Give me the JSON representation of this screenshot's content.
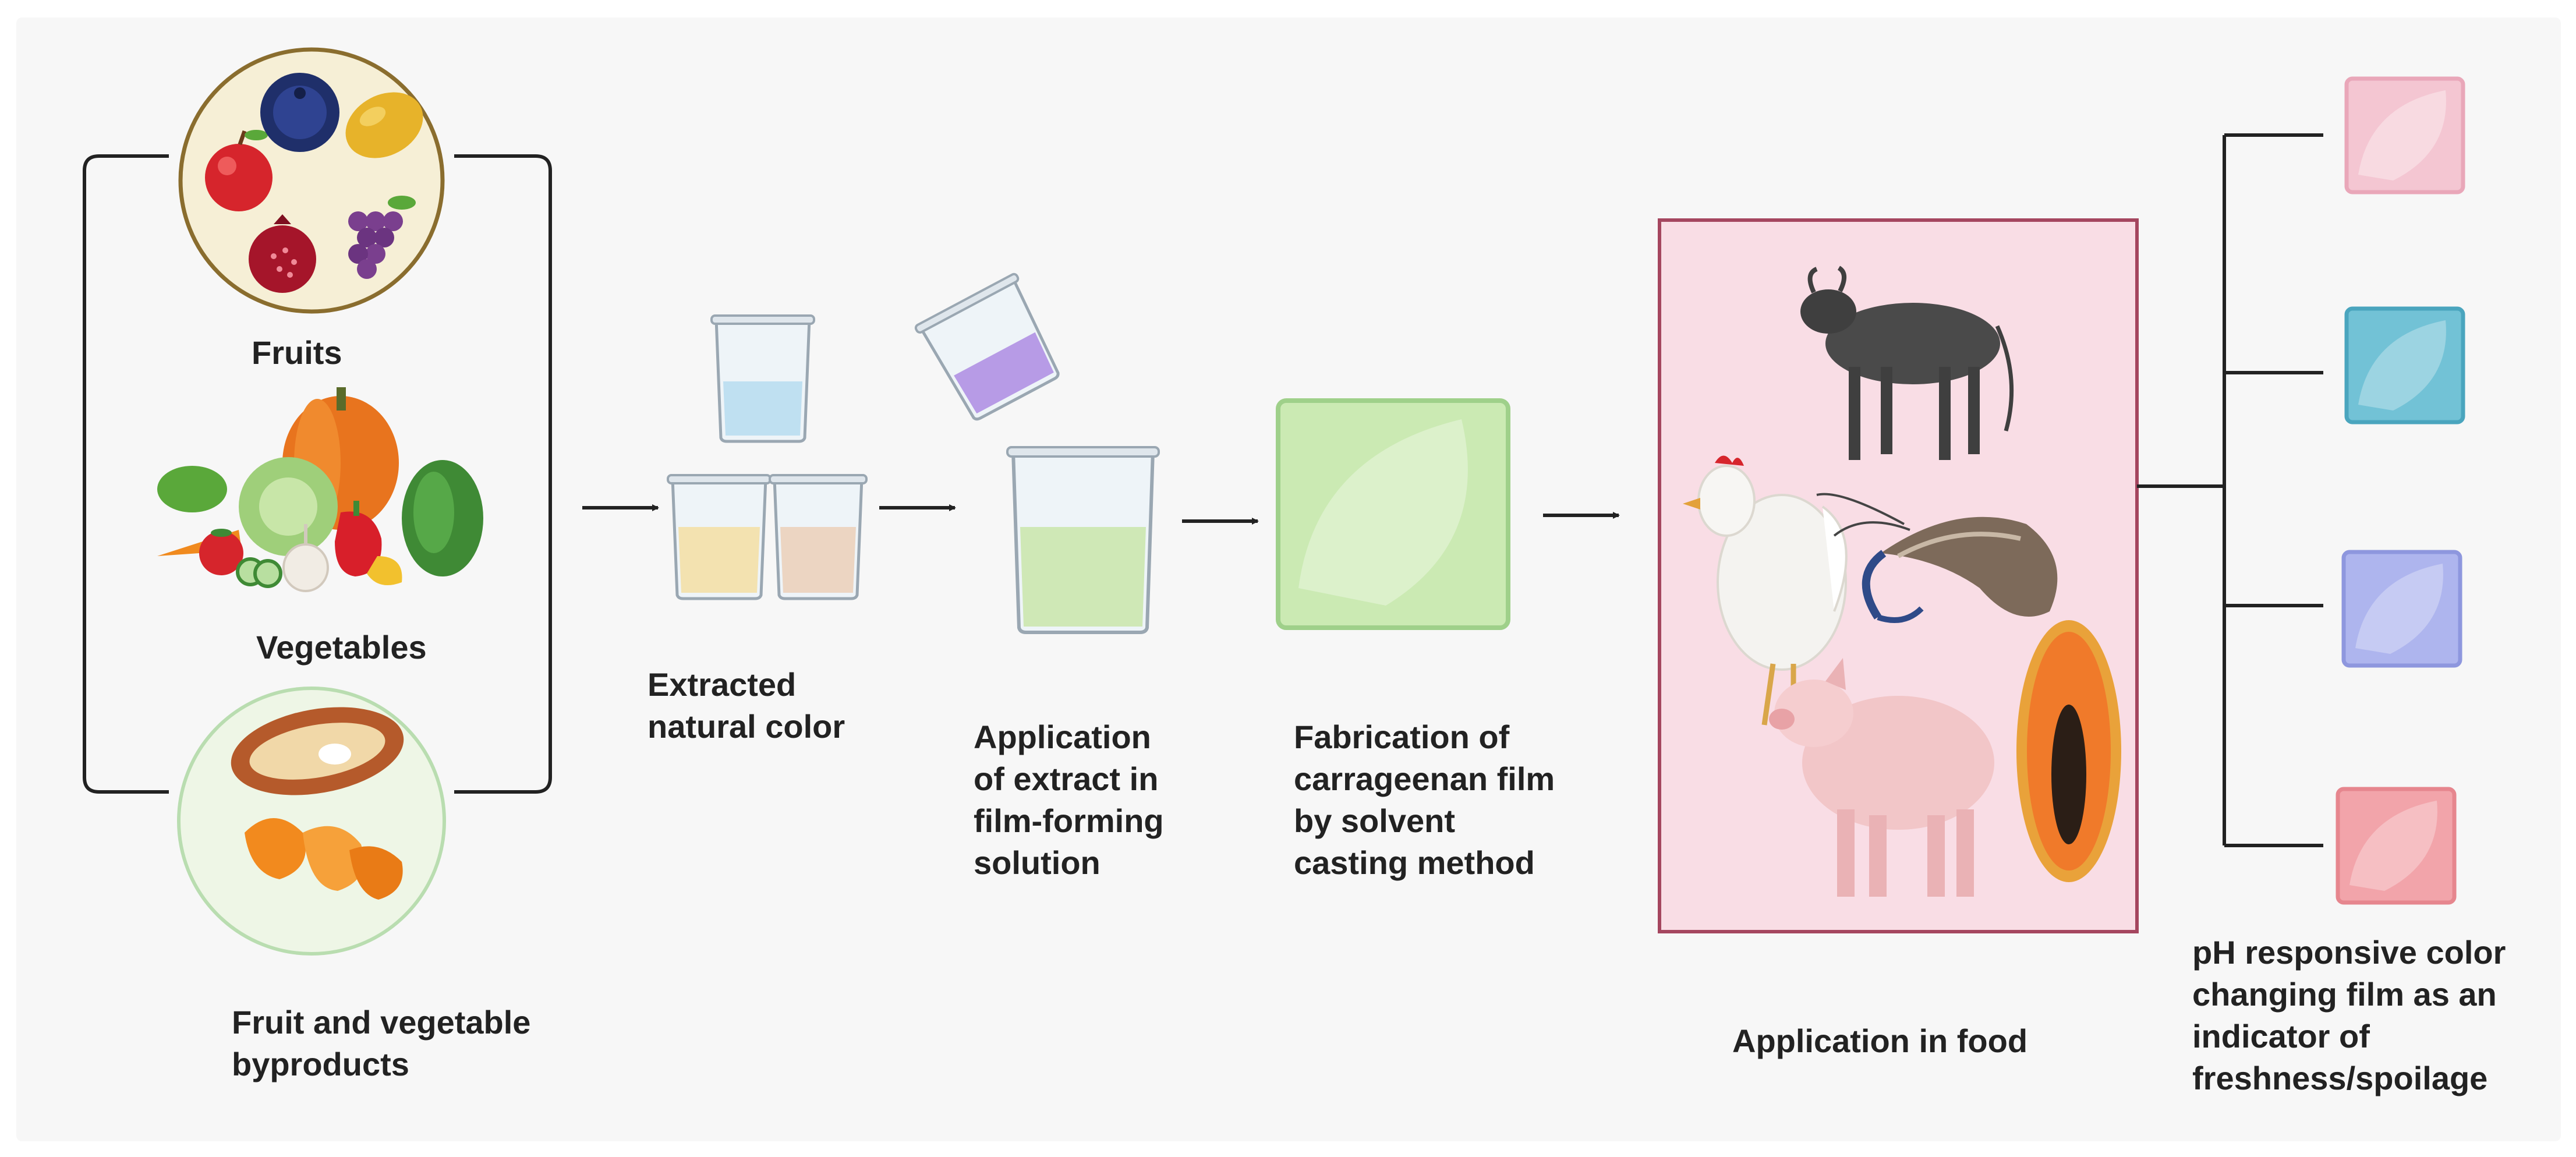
{
  "labels": {
    "fruits": "Fruits",
    "vegetables": "Vegetables",
    "byproducts": "Fruit and vegetable\nbyproducts",
    "extracted": "Extracted\nnatural color",
    "application_extract": "Application\nof extract in\nfilm-forming\nsolution",
    "fabrication": "Fabrication of\ncarrageenan film\nby solvent\ncasting method",
    "application_food": "Application in food",
    "ph_film": "pH responsive color\nchanging film as an\nindicator of\nfreshness/spoilage"
  },
  "colors": {
    "background_panel": "#f7f7f7",
    "fruit_circle": "#f6efd6",
    "byproduct_circle": "#eef6e6",
    "extract_yellow": "#f3e2b0",
    "extract_peach": "#ecd5c2",
    "extract_blue": "#bfe0f1",
    "extract_purple": "#b79be6",
    "film_solution": "#cfe8b6",
    "carrageenan_film": "#cbeab3",
    "food_panel": "#f9dde5",
    "food_panel_border": "#a5465f",
    "film_pink": "#f4c6d2",
    "film_teal": "#72c2d6",
    "film_lavender": "#aeb5ee",
    "film_salmon": "#f2a4aa"
  },
  "icons": {
    "fruits": [
      "apple-icon",
      "blueberry-icon",
      "mango-icon",
      "pomegranate-icon",
      "grapes-icon"
    ],
    "vegetables": [
      "pumpkin-icon",
      "cabbage-icon",
      "pepper-icon",
      "tomato-icon",
      "carrot-icon",
      "cucumber-icon",
      "garlic-icon",
      "kale-icon"
    ],
    "byproducts": [
      "apple-peel-icon",
      "orange-peel-icon"
    ],
    "food": [
      "bull-icon",
      "chicken-icon",
      "prawn-icon",
      "pig-icon",
      "papaya-icon"
    ]
  }
}
